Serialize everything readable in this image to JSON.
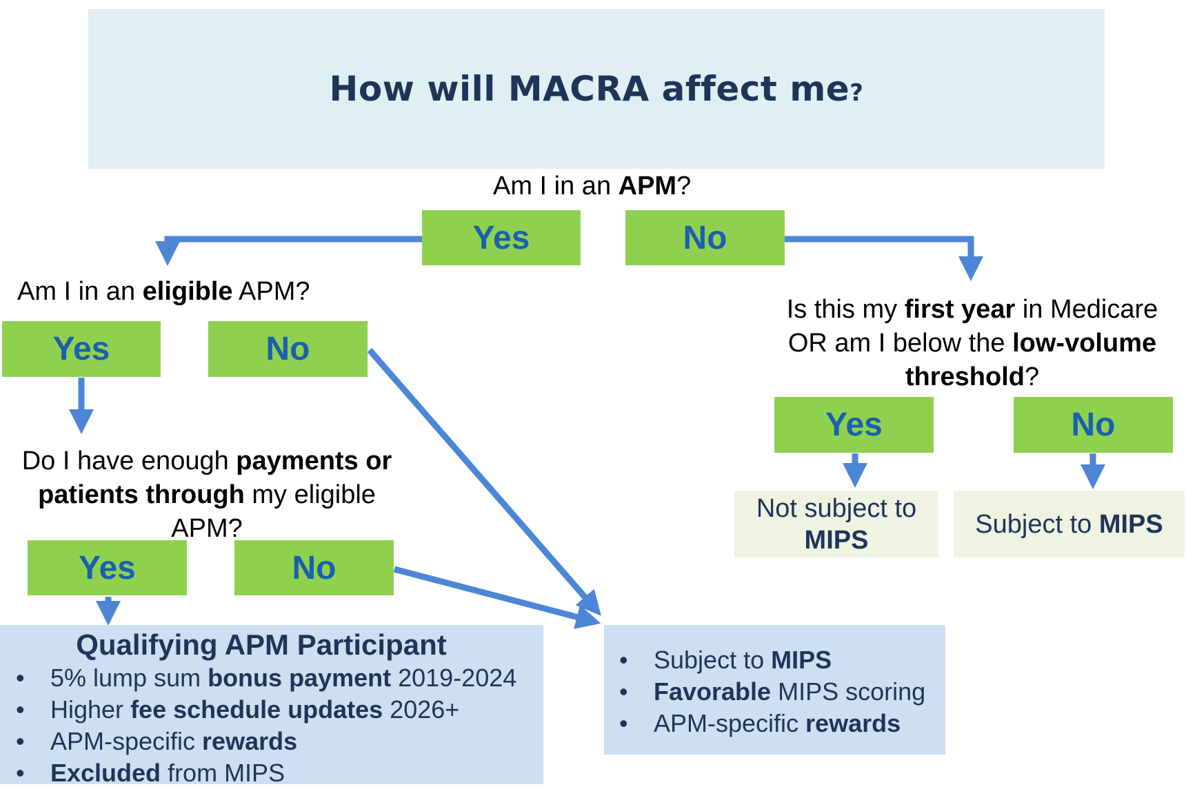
{
  "title": {
    "main": "How will MACRA affect me",
    "question_mark": "?"
  },
  "q1": {
    "pre": "Am I in an ",
    "bold": "APM",
    "post": "?",
    "yes": "Yes",
    "no": "No"
  },
  "q2": {
    "pre": "Am I in an ",
    "bold": "eligible",
    "post": " APM?",
    "yes": "Yes",
    "no": "No"
  },
  "q3": {
    "pre": "Do I have enough ",
    "bold1": "payments or",
    "bold2": "patients through",
    "mid": " my eligible",
    "last": "APM?",
    "yes": "Yes",
    "no": "No"
  },
  "q4": {
    "pre": "Is this my ",
    "bold1": "first year",
    "mid1": " in Medicare",
    "line2_pre": "OR am I below the ",
    "bold2": "low-volume",
    "bold3": "threshold",
    "post": "?",
    "yes": "Yes",
    "no": "No"
  },
  "results": {
    "not_subject": {
      "line1": "Not subject to",
      "line2": "MIPS"
    },
    "subject": {
      "pre": "Subject to ",
      "bold": "MIPS"
    }
  },
  "qualifying": {
    "heading": "Qualifying APM Participant",
    "items": [
      {
        "pre": "5% lump sum ",
        "bold": "bonus payment",
        "post": " 2019-2024"
      },
      {
        "pre": "Higher ",
        "bold": "fee schedule updates",
        "post": " 2026+"
      },
      {
        "pre": "APM-specific ",
        "bold": "rewards",
        "post": ""
      },
      {
        "pre": "",
        "bold": "Excluded",
        "post": " from MIPS"
      }
    ]
  },
  "mips_box": {
    "items": [
      {
        "pre": "Subject to ",
        "bold": "MIPS",
        "post": ""
      },
      {
        "pre": "",
        "bold": "Favorable",
        "post": " MIPS scoring"
      },
      {
        "pre": "APM-specific ",
        "bold": "rewards",
        "post": ""
      }
    ]
  },
  "bullet": "•",
  "colors": {
    "green": "#8fd14f",
    "arrow": "#4d86d6",
    "navy": "#1f3558",
    "button_text": "#1b5fb0"
  }
}
